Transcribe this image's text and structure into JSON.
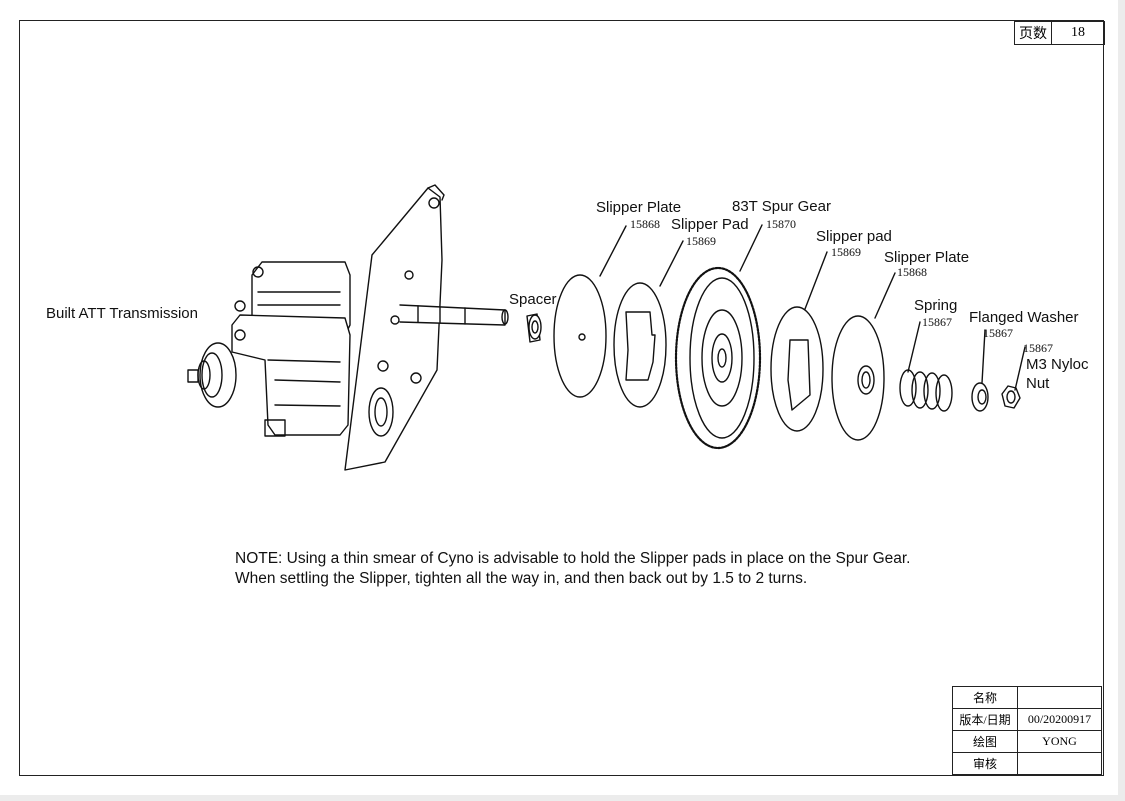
{
  "page": {
    "label": "页数",
    "number": "18"
  },
  "parts": {
    "transmission": "Built ATT Transmission",
    "spacer": "Spacer",
    "slipper_plate_1": "Slipper Plate",
    "slipper_plate_1_pn": "15868",
    "slipper_pad_1": "Slipper Pad",
    "slipper_pad_1_pn": "15869",
    "spur_gear": "83T Spur Gear",
    "spur_gear_pn": "15870",
    "slipper_pad_2": "Slipper pad",
    "slipper_pad_2_pn": "15869",
    "slipper_plate_2": "Slipper Plate",
    "slipper_plate_2_pn": "15868",
    "spring": "Spring",
    "spring_pn": "15867",
    "flanged_washer": "Flanged Washer",
    "flanged_washer_pn": "15867",
    "nut_line1": "M3 Nyloc",
    "nut_line2": "Nut",
    "nut_pn": "15867"
  },
  "note": {
    "line1": "NOTE: Using a thin smear of Cyno is advisable to hold the Slipper pads in place on the Spur Gear.",
    "line2": "When settling the Slipper, tighten all the way in, and then back out by 1.5 to 2 turns."
  },
  "title_block": {
    "name_label": "名称",
    "name_value": "",
    "version_label": "版本/日期",
    "version_value": "00/20200917",
    "drawn_label": "绘图",
    "drawn_value": "YONG",
    "review_label": "审核",
    "review_value": ""
  }
}
